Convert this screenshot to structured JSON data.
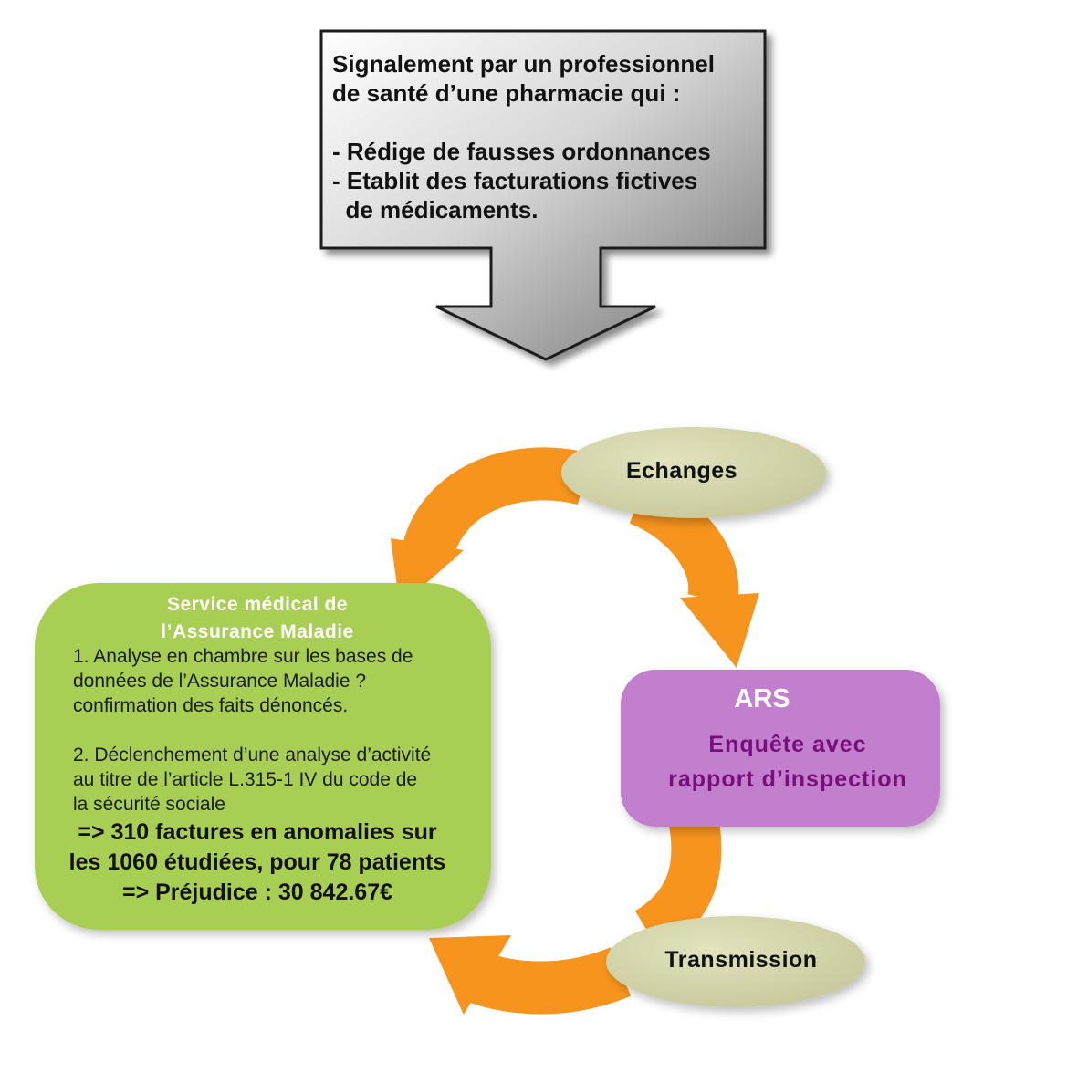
{
  "callout": {
    "lines": [
      "Signalement par un professionnel",
      "de santé d’une pharmacie qui :",
      "",
      "- Rédige de fausses ordonnances",
      "- Etablit des facturations fictives",
      "  de médicaments."
    ]
  },
  "service_medical": {
    "title_lines": [
      "Service médical de",
      "l’Assurance Maladie"
    ],
    "item1_lines": [
      "1. Analyse en chambre sur les bases de",
      "données de l’Assurance Maladie ?",
      "confirmation des faits dénoncés."
    ],
    "item2_lines": [
      "2. Déclenchement d’une analyse d’activité",
      "au titre de l’article  L.315-1 IV du code de",
      "la sécurité sociale"
    ],
    "result_lines": [
      "=> 310 factures en anomalies sur",
      "les 1060 étudiées, pour 78 patients",
      "=> Préjudice : 30 842.67€"
    ]
  },
  "ars": {
    "title": "ARS",
    "subtitle_lines": [
      "Enquête avec",
      "rapport d’inspection"
    ]
  },
  "echanges": {
    "label": "Echanges"
  },
  "transmission": {
    "label": "Transmission"
  },
  "colors": {
    "callout_gray": "#c8c8c8",
    "green_box": "#a8cf52",
    "purple_box": "#c17fce",
    "ars_text": "#7a0e78",
    "orange_arrow": "#f7941d",
    "ellipse_fill": "#d4d5a8"
  }
}
